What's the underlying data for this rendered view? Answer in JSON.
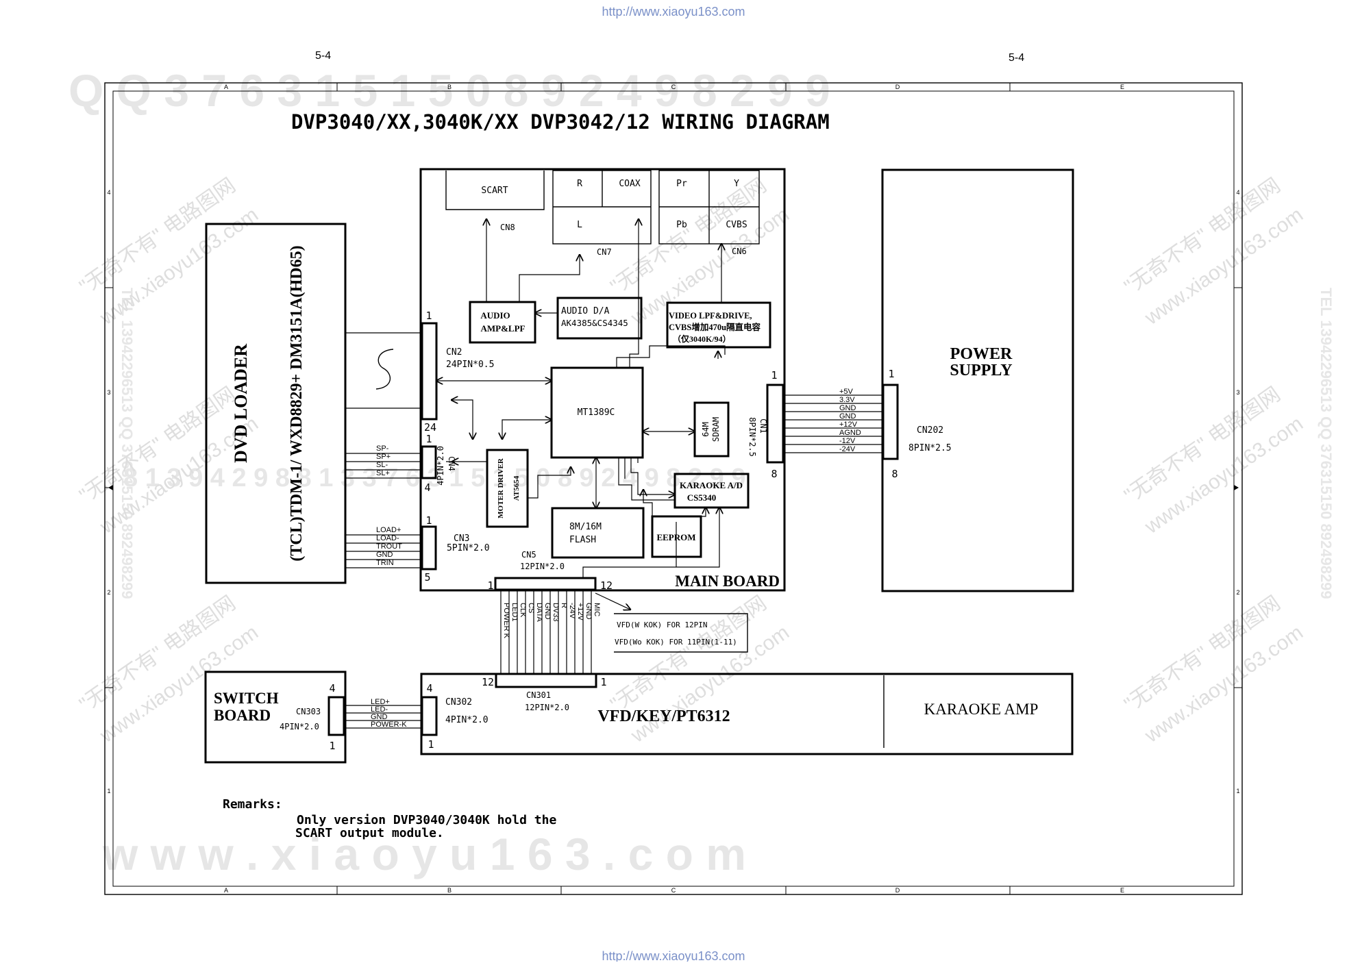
{
  "header": {
    "url_top": "http://www.xiaoyu163.com",
    "url_bottom": "http://www.xiaoyu163.com",
    "page_left": "5-4",
    "page_right": "5-4"
  },
  "frame": {
    "columns": [
      "A",
      "B",
      "C",
      "D",
      "E"
    ],
    "rows": [
      "4",
      "3",
      "2",
      "1"
    ]
  },
  "title": "DVP3040/XX,3040K/XX DVP3042/12 WIRING DIAGRAM",
  "watermarks": {
    "qq_top": "Q Q 3 7 6 3 1 5 1 5 0   8 9 2 4 9 8 2 9 9",
    "middle": "8 1 3 9 4 2 9 8 8 1 3   3 7 6 3 1 5 1 5 0   8 9 2 4 9 8 2 9 9",
    "bottom": "w w w . x i a o y u 1 6 3 . c o m",
    "side_left": "TEL 13942296513  QQ 376315150 892498299",
    "side_right": "TEL 13942296513  QQ 376315150 892498299",
    "cn_brand": "\"无奇不有\" 电路图网",
    "cn_site": "www.xiaoyu163.com"
  },
  "dvd_loader": {
    "title": "DVD  LOADER",
    "model": "(TCL)TDM-1/ WXD8829+ DM3151A(HD65)"
  },
  "main_board": {
    "label": "MAIN BOARD",
    "scart": "SCART",
    "cn8": "CN8",
    "cn7": "CN7",
    "cn6": "CN6",
    "jack_r": "R",
    "jack_l": "L",
    "jack_coax": "COAX",
    "jack_pr": "Pr",
    "jack_pb": "Pb",
    "jack_y": "Y",
    "jack_cvbs": "CVBS",
    "audio_amp": [
      "AUDIO",
      "AMP&LPF"
    ],
    "audio_da": [
      "AUDIO D/A",
      "AK4385&CS4345"
    ],
    "video_lpf": [
      "VIDEO LPF&DRIVE,",
      "CVBS增加470u隔直电容",
      "（仅3040K/94）"
    ],
    "mt1389c": "MT1389C",
    "sdram": [
      "64M",
      "SDRAM"
    ],
    "moter_driver": [
      "MOTER DRIVER",
      "AT5654"
    ],
    "karaoke_ad": [
      "KARAOKE A/D",
      "CS5340"
    ],
    "flash": [
      "8M/16M",
      "FLASH"
    ],
    "eeprom": "EEPROM",
    "cn2": "CN2",
    "cn2_spec": "24PIN*0.5",
    "cn2_pin1": "1",
    "cn2_pin24": "24",
    "cn4": "CN4",
    "cn4_spec": "4PIN*2.0",
    "cn4_pin1": "1",
    "cn4_pin4": "4",
    "cn3": "CN3",
    "cn3_spec": "5PIN*2.0",
    "cn3_pin1": "1",
    "cn3_pin5": "5",
    "cn1": "CN1",
    "cn1_spec": "8PIN*2.5",
    "cn1_pin1": "1",
    "cn1_pin8": "8",
    "cn5": "CN5",
    "cn5_spec": "12PIN*2.0",
    "cn5_pin1": "1",
    "cn5_pin12": "12"
  },
  "spindle_signals": [
    "SP-",
    "SP+",
    "SL-",
    "SL+"
  ],
  "loader_signals": [
    "LOAD+",
    "LOAD-",
    "TROUT",
    "GND",
    "TRIN"
  ],
  "power_signals": [
    "+5V",
    "3.3V",
    "GND",
    "GND",
    "+12V",
    "AGND",
    "-12V",
    "-24V"
  ],
  "cn5_signals": [
    "POWER K",
    "LED1",
    "CLK",
    "CS",
    "DATA",
    "GND",
    "DV33",
    "R",
    "-24V",
    "+12V",
    "GND",
    "MIC"
  ],
  "vfd_note": [
    "VFD(W KOK)  FOR 12PIN",
    "VFD(Wo KOK)  FOR 11PIN(1-11)"
  ],
  "power_supply": {
    "title": [
      "POWER",
      "SUPPLY"
    ],
    "cn202": "CN202",
    "cn202_spec": "8PIN*2.5",
    "pin1": "1",
    "pin8": "8"
  },
  "switch_board": {
    "title": [
      "SWITCH",
      "BOARD"
    ],
    "cn303": "CN303",
    "cn303_spec": "4PIN*2.0",
    "pin4": "4",
    "pin1": "1",
    "signals": [
      "LED+",
      "LED-",
      "GND",
      "POWER-K"
    ]
  },
  "vfd_board": {
    "title": "VFD/KEY/PT6312",
    "karaoke": "KARAOKE AMP",
    "cn302": "CN302",
    "cn302_spec": "4PIN*2.0",
    "cn302_pin4": "4",
    "cn302_pin1": "1",
    "cn301": "CN301",
    "cn301_spec": "12PIN*2.0",
    "cn301_pin12": "12",
    "cn301_pin1": "1"
  },
  "remarks": {
    "label": "Remarks:",
    "line1": "Only version DVP3040/3040K hold the",
    "line2": "SCART output  module."
  }
}
